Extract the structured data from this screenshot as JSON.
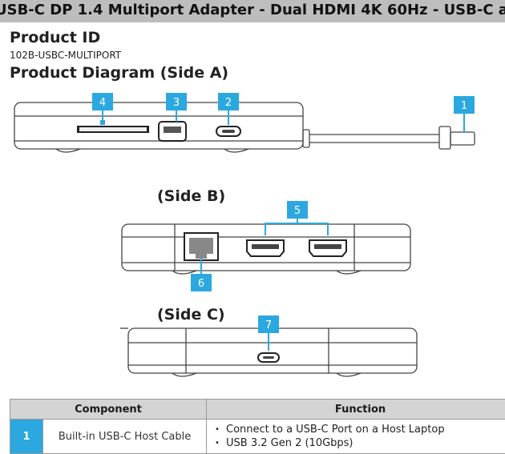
{
  "banner": "USB-C DP 1.4 Multiport Adapter - Dual HDMI 4K 60Hz - USB-C a",
  "product_id_heading": "Product ID",
  "product_id": "102B-USBC-MULTIPORT",
  "diagram_heading": "Product Diagram (Side A)",
  "side_b": "(Side B)",
  "side_c": "(Side C)",
  "callouts": [
    "1",
    "2",
    "3",
    "4",
    "5",
    "6",
    "7"
  ],
  "table": {
    "headers": [
      "Component",
      "Function"
    ],
    "rows": [
      {
        "num": "1",
        "component": "Built-in USB-C Host Cable",
        "functions": [
          "Connect to a USB-C Port on a Host Laptop",
          "USB 3.2 Gen 2 (10Gbps)"
        ]
      }
    ]
  },
  "colors": {
    "accent": "#2ba8e0",
    "banner": "#bdbdbd",
    "header": "#d4d4d4"
  }
}
